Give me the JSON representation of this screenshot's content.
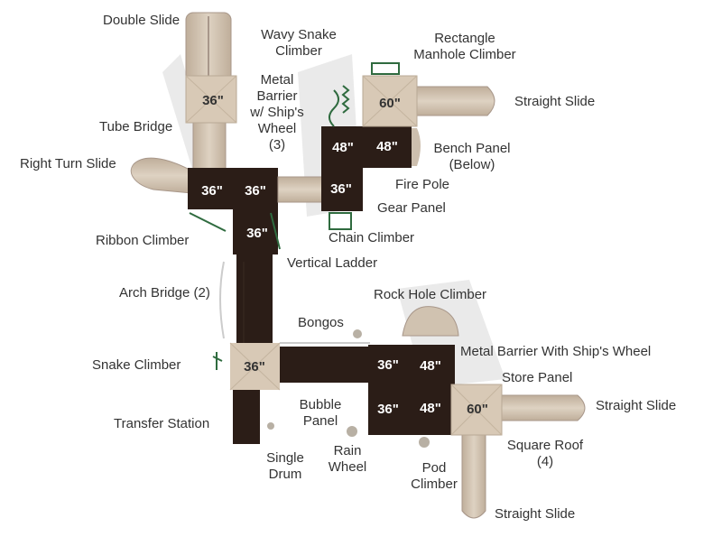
{
  "deck_heights": {
    "d1": "36\"",
    "d2": "60\"",
    "d3": "48\"",
    "d4": "48\"",
    "d5": "36\"",
    "d6": "36\"",
    "d7": "36\"",
    "d8": "36\"",
    "d9": "36\"",
    "d10": "36\"",
    "d11": "48\"",
    "d12": "36\"",
    "d13": "48\"",
    "d14": "60\""
  },
  "labels": {
    "double_slide": "Double Slide",
    "wavy_snake_1": "Wavy Snake",
    "wavy_snake_2": "Climber",
    "rect_manhole_1": "Rectangle",
    "rect_manhole_2": "Manhole Climber",
    "metal_barrier_1": "Metal",
    "metal_barrier_2": "Barrier",
    "metal_barrier_3": "w/ Ship's",
    "metal_barrier_4": "Wheel",
    "metal_barrier_5": "(3)",
    "straight_slide_top": "Straight Slide",
    "tube_bridge": "Tube Bridge",
    "bench_panel_1": "Bench Panel",
    "bench_panel_2": "(Below)",
    "right_turn_slide": "Right Turn Slide",
    "fire_pole": "Fire Pole",
    "gear_panel": "Gear Panel",
    "ribbon_climber": "Ribbon Climber",
    "chain_climber": "Chain Climber",
    "vertical_ladder": "Vertical Ladder",
    "arch_bridge": "Arch Bridge (2)",
    "rock_hole_climber": "Rock Hole Climber",
    "bongos": "Bongos",
    "metal_barrier_wheel": "Metal Barrier With Ship's Wheel",
    "snake_climber": "Snake Climber",
    "store_panel": "Store Panel",
    "straight_slide_right": "Straight Slide",
    "bubble_panel_1": "Bubble",
    "bubble_panel_2": "Panel",
    "transfer_station": "Transfer Station",
    "square_roof_1": "Square Roof",
    "square_roof_2": "(4)",
    "rain_wheel_1": "Rain",
    "rain_wheel_2": "Wheel",
    "single_drum_1": "Single",
    "single_drum_2": "Drum",
    "pod_climber_1": "Pod",
    "pod_climber_2": "Climber",
    "straight_slide_bottom": "Straight Slide"
  },
  "colors": {
    "deck": "#2b1d17",
    "roof": "#d8c9b6",
    "slide": "#cdbfae",
    "accent_green": "#2f6b3f",
    "label": "#333333"
  }
}
